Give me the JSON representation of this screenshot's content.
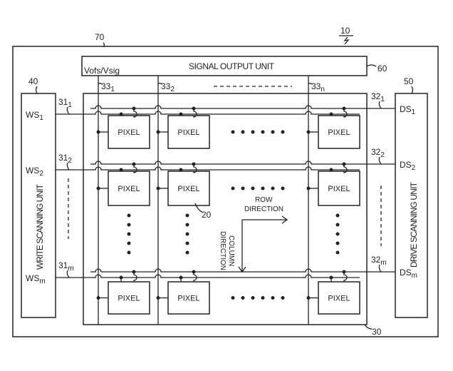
{
  "labels": {
    "ref_10": "10",
    "ref_70": "70",
    "ref_60": "60",
    "ref_40": "40",
    "ref_50": "50",
    "ref_20": "20",
    "ref_30": "30",
    "signal_output_unit": "SIGNAL OUTPUT UNIT",
    "vofs_vsig": "Vofs/Vsig",
    "write_scanning_unit": "WRITE SCANNING UNIT",
    "drive_scanning_unit": "DRIVE SCANNING UNIT",
    "row_direction": [
      "ROW",
      "DIRECTION"
    ],
    "column_direction": [
      "COLUMN",
      "DIRECTION"
    ],
    "pixel": "PIXEL"
  },
  "columns": [
    {
      "ref": "33",
      "sub": "1"
    },
    {
      "ref": "33",
      "sub": "2"
    },
    {
      "ref": "33",
      "sub": "n"
    }
  ],
  "rows": [
    {
      "ws": "WS",
      "ws_sub": "1",
      "ds": "DS",
      "ds_sub": "1",
      "scan_ref": "31",
      "scan_sub": "1",
      "drive_ref": "32",
      "drive_sub": "1"
    },
    {
      "ws": "WS",
      "ws_sub": "2",
      "ds": "DS",
      "ds_sub": "2",
      "scan_ref": "31",
      "scan_sub": "2",
      "drive_ref": "32",
      "drive_sub": "2"
    },
    {
      "ws": "WS",
      "ws_sub": "m",
      "ds": "DS",
      "ds_sub": "m",
      "scan_ref": "31",
      "scan_sub": "m",
      "drive_ref": "32",
      "drive_sub": "m"
    }
  ]
}
